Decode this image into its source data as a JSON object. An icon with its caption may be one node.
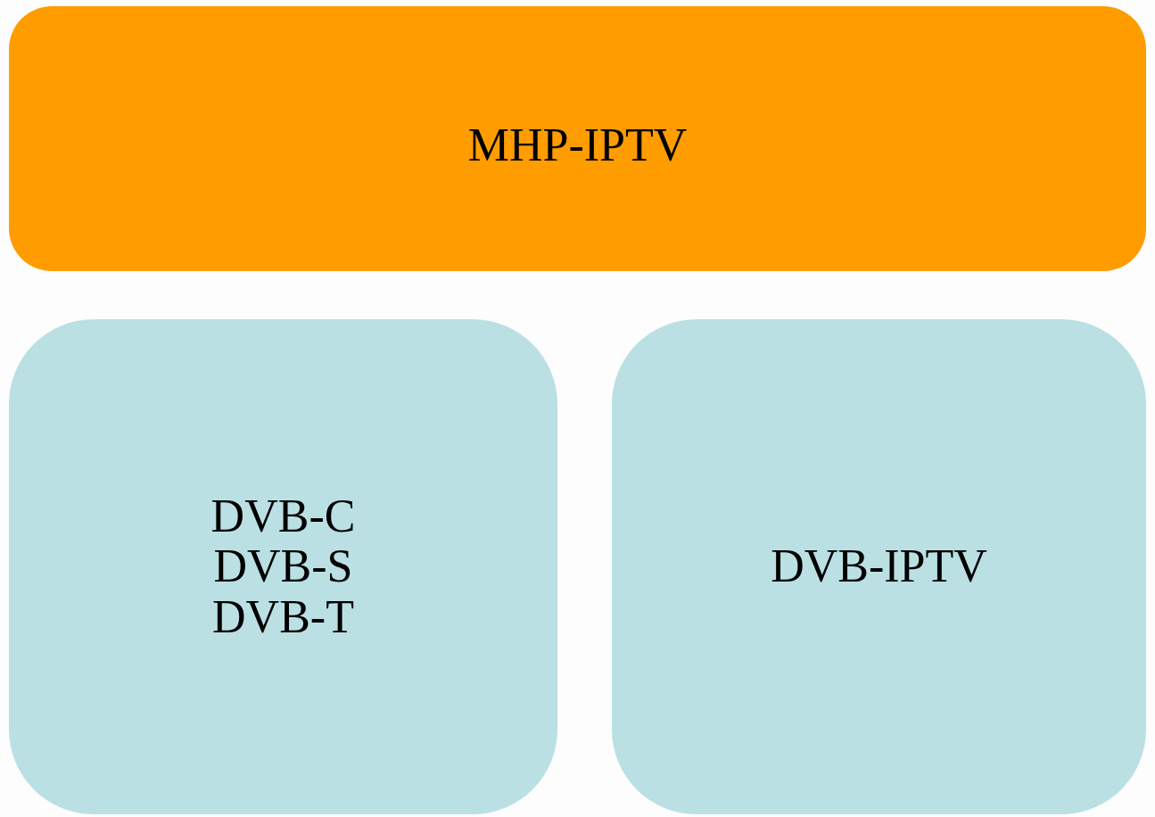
{
  "diagram": {
    "nodes": [
      {
        "text": [
          "MHP-IPTV"
        ]
      },
      {
        "text": [
          "DVB-C",
          "DVB-S",
          "DVB-T"
        ]
      },
      {
        "text": [
          "DVB-IPTV"
        ]
      }
    ]
  }
}
